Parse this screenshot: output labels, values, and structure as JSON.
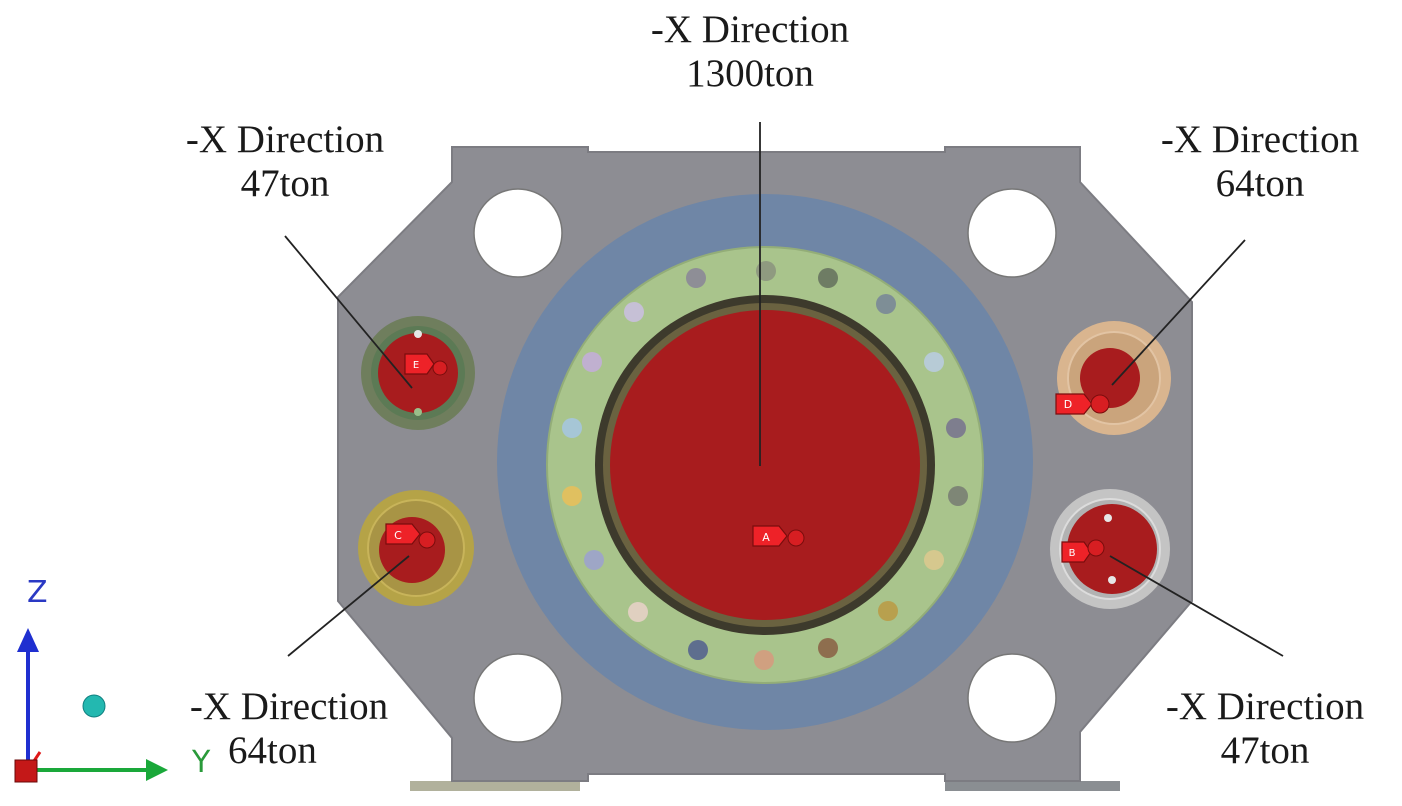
{
  "callouts": {
    "center": {
      "direction": "-X Direction",
      "load": "1300ton"
    },
    "top_left": {
      "direction": "-X Direction",
      "load": "47ton"
    },
    "top_right": {
      "direction": "-X Direction",
      "load": "64ton"
    },
    "bottom_left": {
      "direction": "-X Direction",
      "load": "64ton"
    },
    "bottom_right": {
      "direction": "-X Direction",
      "load": "47ton"
    }
  },
  "nozzle_tags": {
    "center": "A",
    "bottom_right": "B",
    "bottom_left": "C",
    "top_right": "D",
    "top_left": "E"
  },
  "axes": {
    "z_label": "Z",
    "y_label": "Y",
    "z_color": "#1f2fd0",
    "y_color": "#1aa83a",
    "x_color": "#e01818"
  },
  "colors": {
    "plate": "#8d8d93",
    "load_area": "#a81c1e",
    "tag": "#ee2228",
    "flange_ring": "#a9c48c",
    "outer_ring": "#6f86a6"
  }
}
